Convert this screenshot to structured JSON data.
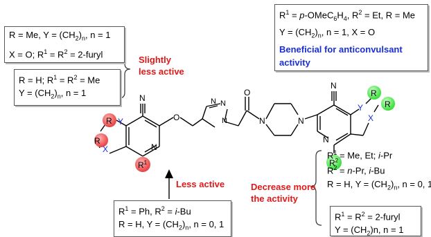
{
  "boxes": {
    "top_right": {
      "l1a": "R",
      "l1b": "1",
      "l1c": " = ",
      "l1d": "p",
      "l1e": "-OMeC",
      "l1f": "6",
      "l1g": "H",
      "l1h": "4",
      "l1i": ", R",
      "l1j": "2",
      "l1k": " = Et, R = Me",
      "l2a": "Y = (CH",
      "l2b": "2",
      "l2c": ")",
      "l2d": "n",
      "l2e": ", n = 1, X = O",
      "l3": "Beneficial for anticonvulsant",
      "l4": "activity"
    },
    "top_left_a": {
      "l1a": "R = Me, Y = (CH",
      "l1b": "2",
      "l1c": ")",
      "l1d": "n",
      "l1e": ", n = 1",
      "l2a": "X = O; R",
      "l2b": "1",
      "l2c": " = R",
      "l2d": "2",
      "l2e": " = 2-furyl"
    },
    "top_left_b": {
      "l1a": "R = H; R",
      "l1b": "1",
      "l1c": " = R",
      "l1d": "2",
      "l1e": " = Me",
      "l2a": "Y = (CH",
      "l2b": "2",
      "l2c": ")",
      "l2d": "n",
      "l2e": ", n = 1"
    },
    "bottom_left": {
      "l1a": "R",
      "l1b": "1",
      "l1c": " = Ph, R",
      "l1d": "2",
      "l1e": " = ",
      "l1f": "i",
      "l1g": "-Bu",
      "l2a": "R = H, Y = (CH",
      "l2b": "2",
      "l2c": ")",
      "l2d": "n",
      "l2e": ", n = 0, 1"
    },
    "right_mid": {
      "l1a": "R",
      "l1b": "1",
      "l1c": " = Me, Et; ",
      "l1d": "i",
      "l1e": "-Pr",
      "l2a": "R",
      "l2b": "2",
      "l2c": " = ",
      "l2d": "n",
      "l2e": "-Pr, ",
      "l2f": "i",
      "l2g": "-Bu",
      "l3a": "R = H, Y = (CH",
      "l3b": "2",
      "l3c": ")",
      "l3d": "n",
      "l3e": ", n = 0, 1"
    },
    "bottom_right": {
      "l1a": "R",
      "l1b": "1",
      "l1c": " = R",
      "l1d": "2",
      "l1e": " = 2-furyl",
      "l2a": "Y = (CH",
      "l2b": "2",
      "l2c": ")n, n = 1"
    }
  },
  "annotations": {
    "slightly": "Slightly",
    "less_active_2": "less active",
    "less_active": "Less active",
    "decrease": "Decrease more",
    "the_activity": "the activity"
  },
  "atoms": {
    "R": "R",
    "R1": "R",
    "R1sup": "1",
    "R2": "R",
    "R2sup": "2",
    "X": "X",
    "Y": "Y",
    "N": "N",
    "O": "O",
    "CN": "N"
  },
  "colors": {
    "red_circle": "#e84040",
    "green_circle": "#33dd33",
    "annotation_red": "#e01818",
    "highlight_blue": "#1a2ed6",
    "bond": "#000000"
  }
}
